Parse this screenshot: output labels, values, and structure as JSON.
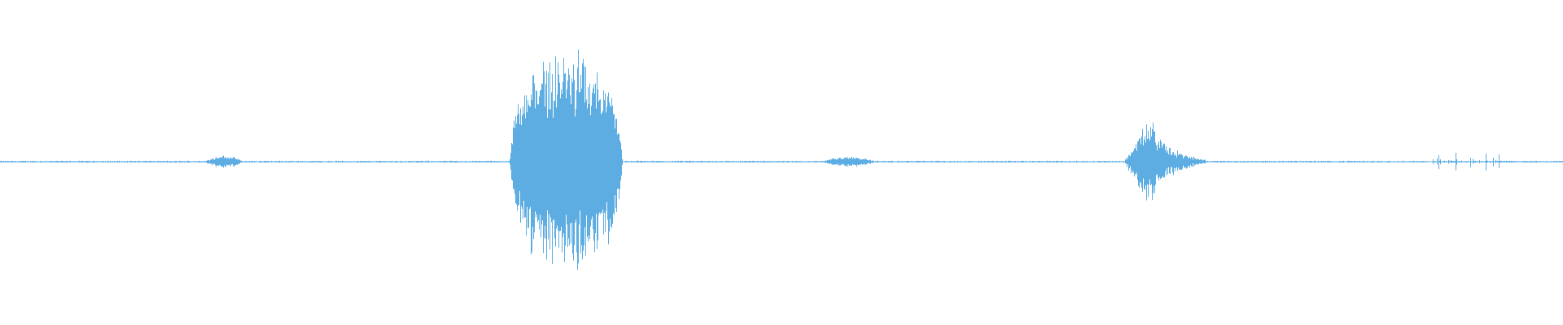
{
  "waveform": {
    "color": "#5dade2",
    "background": "#ffffff",
    "duration_fraction_axis": "time",
    "segments": [
      {
        "label": "",
        "center": 0.143,
        "width": 0.025,
        "peak": 0.06,
        "shape": "blip"
      },
      {
        "label": "",
        "center": 0.362,
        "width": 0.072,
        "peak": 1.0,
        "shape": "burst"
      },
      {
        "label": "",
        "center": 0.543,
        "width": 0.035,
        "peak": 0.05,
        "shape": "blip"
      },
      {
        "label": "",
        "center": 0.745,
        "width": 0.052,
        "peak": 0.44,
        "shape": "decay"
      },
      {
        "label": "",
        "center": 0.935,
        "width": 0.05,
        "peak": 0.08,
        "shape": "clicks"
      }
    ],
    "baseline_noise": 0.006
  }
}
